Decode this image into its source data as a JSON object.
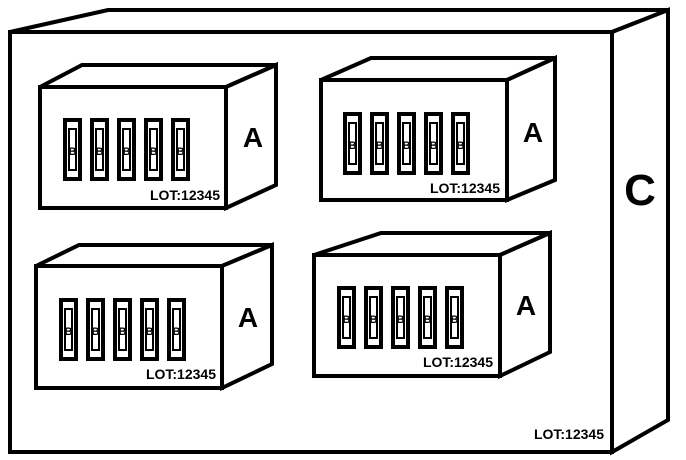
{
  "container": {
    "label": "C",
    "lot_text": "LOT:12345"
  },
  "modules": [
    {
      "label": "A",
      "lot_text": "LOT:12345",
      "switches": [
        "B",
        "B",
        "B",
        "B",
        "B"
      ]
    },
    {
      "label": "A",
      "lot_text": "LOT:12345",
      "switches": [
        "B",
        "B",
        "B",
        "B",
        "B"
      ]
    },
    {
      "label": "A",
      "lot_text": "LOT:12345",
      "switches": [
        "B",
        "B",
        "B",
        "B",
        "B"
      ]
    },
    {
      "label": "A",
      "lot_text": "LOT:12345",
      "switches": [
        "B",
        "B",
        "B",
        "B",
        "B"
      ]
    }
  ]
}
